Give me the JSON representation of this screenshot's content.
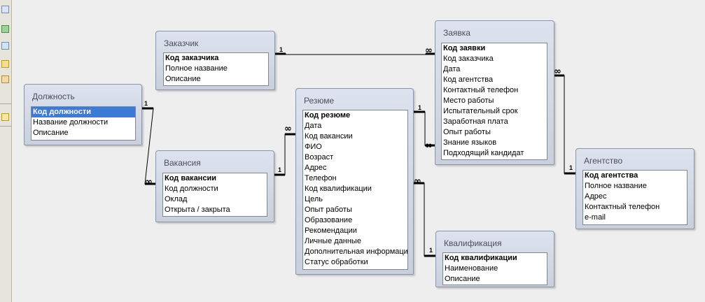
{
  "tables": {
    "zakazchik": {
      "title": "Заказчик",
      "fields": [
        "Код заказчика",
        "Полное название",
        "Описание"
      ]
    },
    "zayavka": {
      "title": "Заявка",
      "fields": [
        "Код заявки",
        "Код заказчика",
        "Дата",
        "Код агентства",
        "Контактный телефон",
        "Место работы",
        "Испытательный срок",
        "Заработная плата",
        "Опыт работы",
        "Знание языков",
        "Подходящий кандидат"
      ]
    },
    "dolzhnost": {
      "title": "Должность",
      "fields": [
        "Код должности",
        "Название должности",
        "Описание"
      ]
    },
    "rezyume": {
      "title": "Резюме",
      "fields": [
        "Код резюме",
        "Дата",
        "Код вакансии",
        "ФИО",
        "Возраст",
        "Адрес",
        "Телефон",
        "Код квалификации",
        "Цель",
        "Опыт работы",
        "Образование",
        "Рекомендации",
        "Личные данные",
        "Дополнительная информация",
        "Статус обработки"
      ]
    },
    "vakansiya": {
      "title": "Вакансия",
      "fields": [
        "Код вакансии",
        "Код должности",
        "Оклад",
        "Открыта / закрыта"
      ]
    },
    "agentstvo": {
      "title": "Агентство",
      "fields": [
        "Код агентства",
        "Полное название",
        "Адрес",
        "Контактный телефон",
        "e-mail"
      ]
    },
    "kvalifikaciya": {
      "title": "Квалификация",
      "fields": [
        "Код квалификации",
        "Наименование",
        "Описание"
      ]
    }
  },
  "relationships": {
    "one": "1",
    "many": "∞"
  },
  "colors": {
    "canvas": "#eeeeee",
    "selection": "#3d7ad6",
    "line": "#000000"
  }
}
